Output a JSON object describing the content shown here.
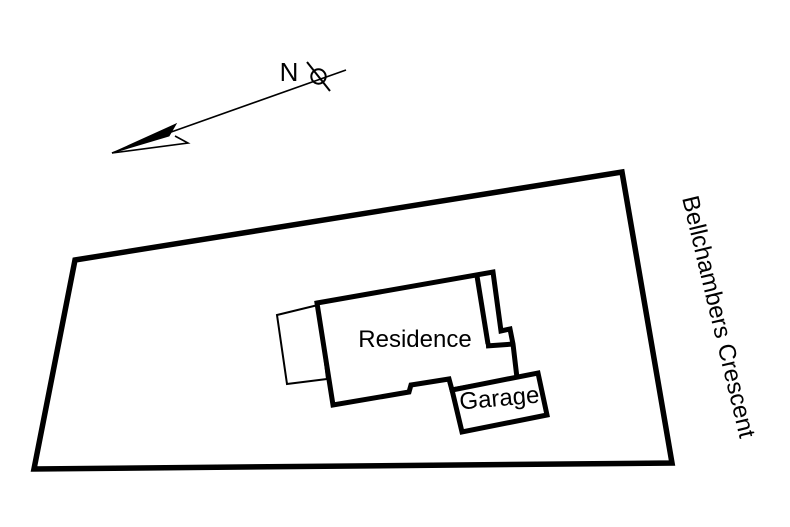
{
  "diagram": {
    "type": "residential-site-plan",
    "labels": {
      "north": "N",
      "residence": "Residence",
      "garage": "Garage",
      "street": "Bellchambers Crescent"
    },
    "colors": {
      "line": "#000000",
      "background": "#ffffff"
    }
  }
}
